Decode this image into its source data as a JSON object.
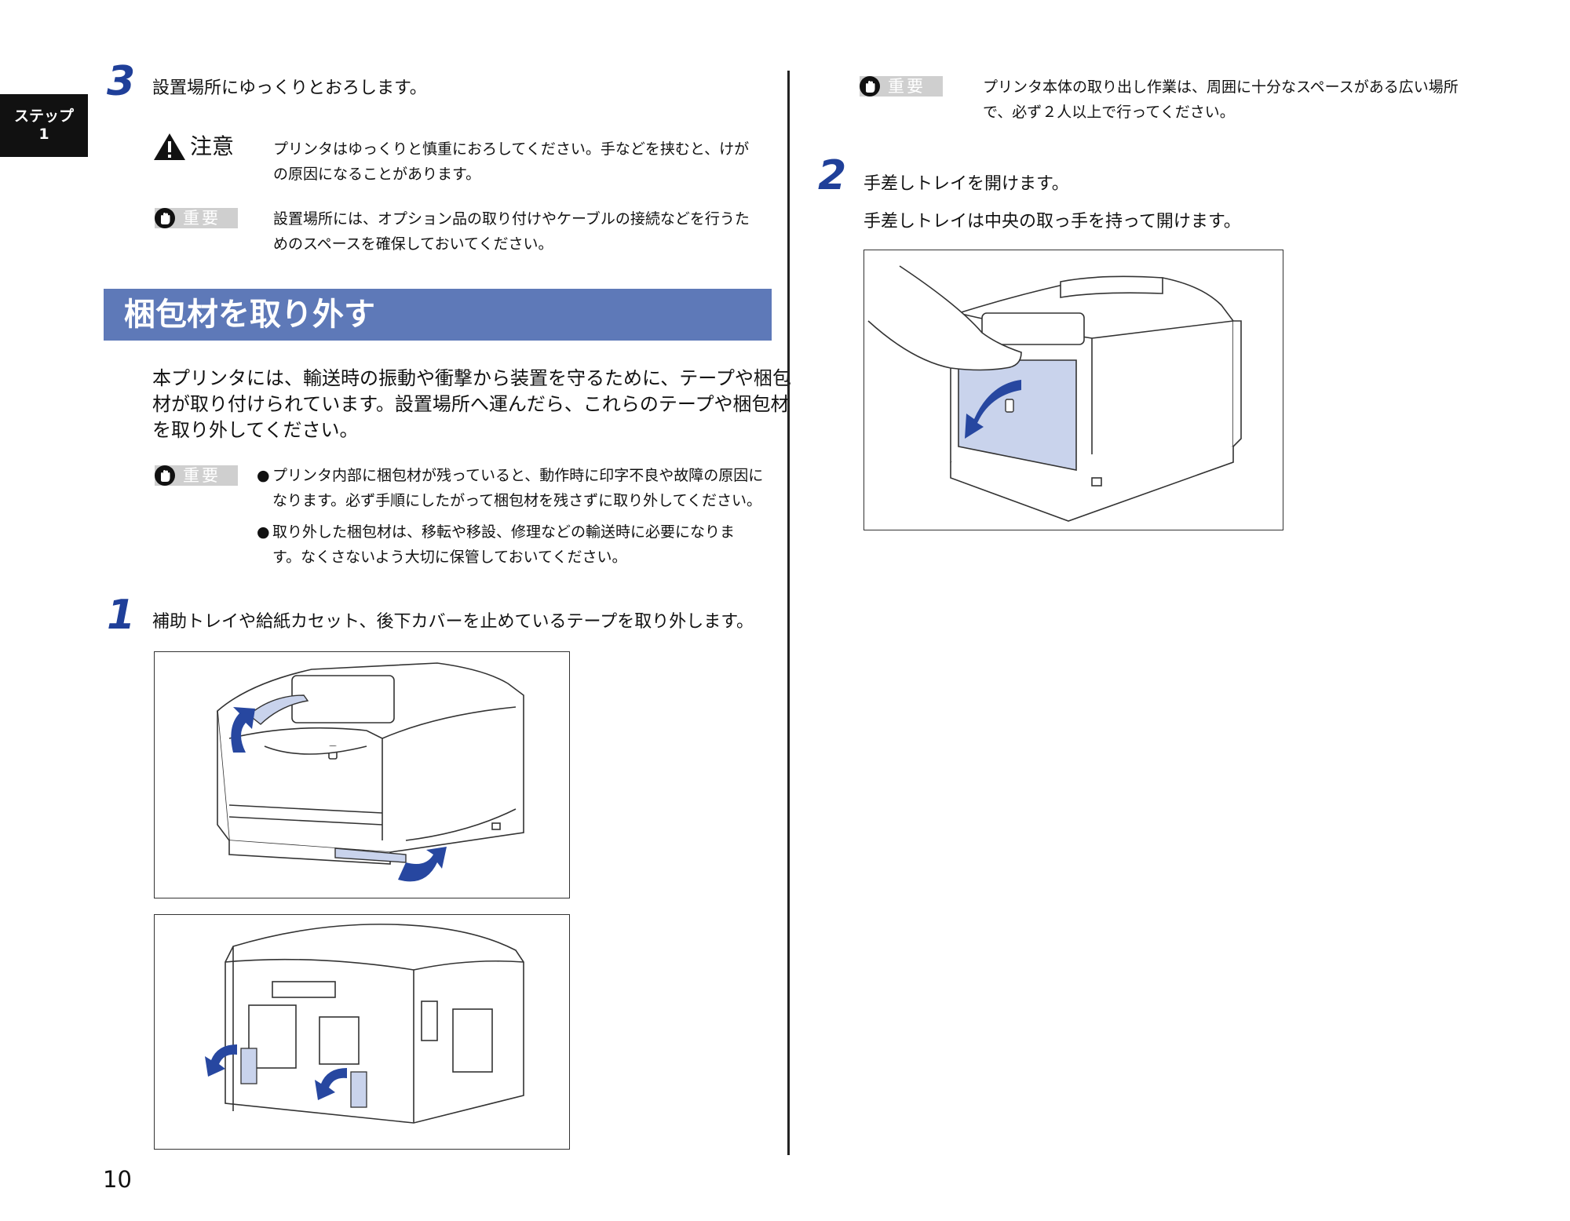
{
  "side_tab": {
    "line1": "ステップ",
    "line2": "1"
  },
  "page_number": "10",
  "left": {
    "step3": {
      "num": "3",
      "title": "設置場所にゆっくりとおろします。",
      "caution": {
        "label": "注意",
        "line1": "プリンタはゆっくりと慎重におろしてください。手などを挟むと、けが",
        "line2": "の原因になることがあります。"
      },
      "important": {
        "label": "重要",
        "line1": "設置場所には、オプション品の取り付けやケーブルの接続などを行うた",
        "line2": "めのスペースを確保しておいてください。"
      }
    },
    "section_title": "梱包材を取り外す",
    "intro": {
      "line1": "本プリンタには、輸送時の振動や衝撃から装置を守るために、テープや梱包",
      "line2": "材が取り付けられています。設置場所へ運んだら、これらのテープや梱包材",
      "line3": "を取り外してください。"
    },
    "important2": {
      "label": "重要",
      "bullet1_line1": "プリンタ内部に梱包材が残っていると、動作時に印字不良や故障の原因に",
      "bullet1_line2": "なります。必ず手順にしたがって梱包材を残さずに取り外してください。",
      "bullet2_line1": "取り外した梱包材は、移転や移設、修理などの輸送時に必要になりま",
      "bullet2_line2": "す。なくさないよう大切に保管しておいてください。"
    },
    "step1": {
      "num": "1",
      "title": "補助トレイや給紙カセット、後下カバーを止めているテープを取り外します。"
    }
  },
  "right": {
    "important": {
      "label": "重要",
      "line1": "プリンタ本体の取り出し作業は、周囲に十分なスペースがある広い場所",
      "line2": "で、必ず２人以上で行ってください。"
    },
    "step2": {
      "num": "2",
      "title": "手差しトレイを開けます。",
      "desc": "手差しトレイは中央の取っ手を持って開けます。"
    }
  },
  "colors": {
    "accent_blue": "#1f3f99",
    "section_bar": "#5e79b8",
    "tape": "#c9d3ec",
    "arrow": "#2747a0"
  },
  "icons": [
    "warning-triangle-icon",
    "hand-stop-icon",
    "bullet-dot-icon"
  ]
}
